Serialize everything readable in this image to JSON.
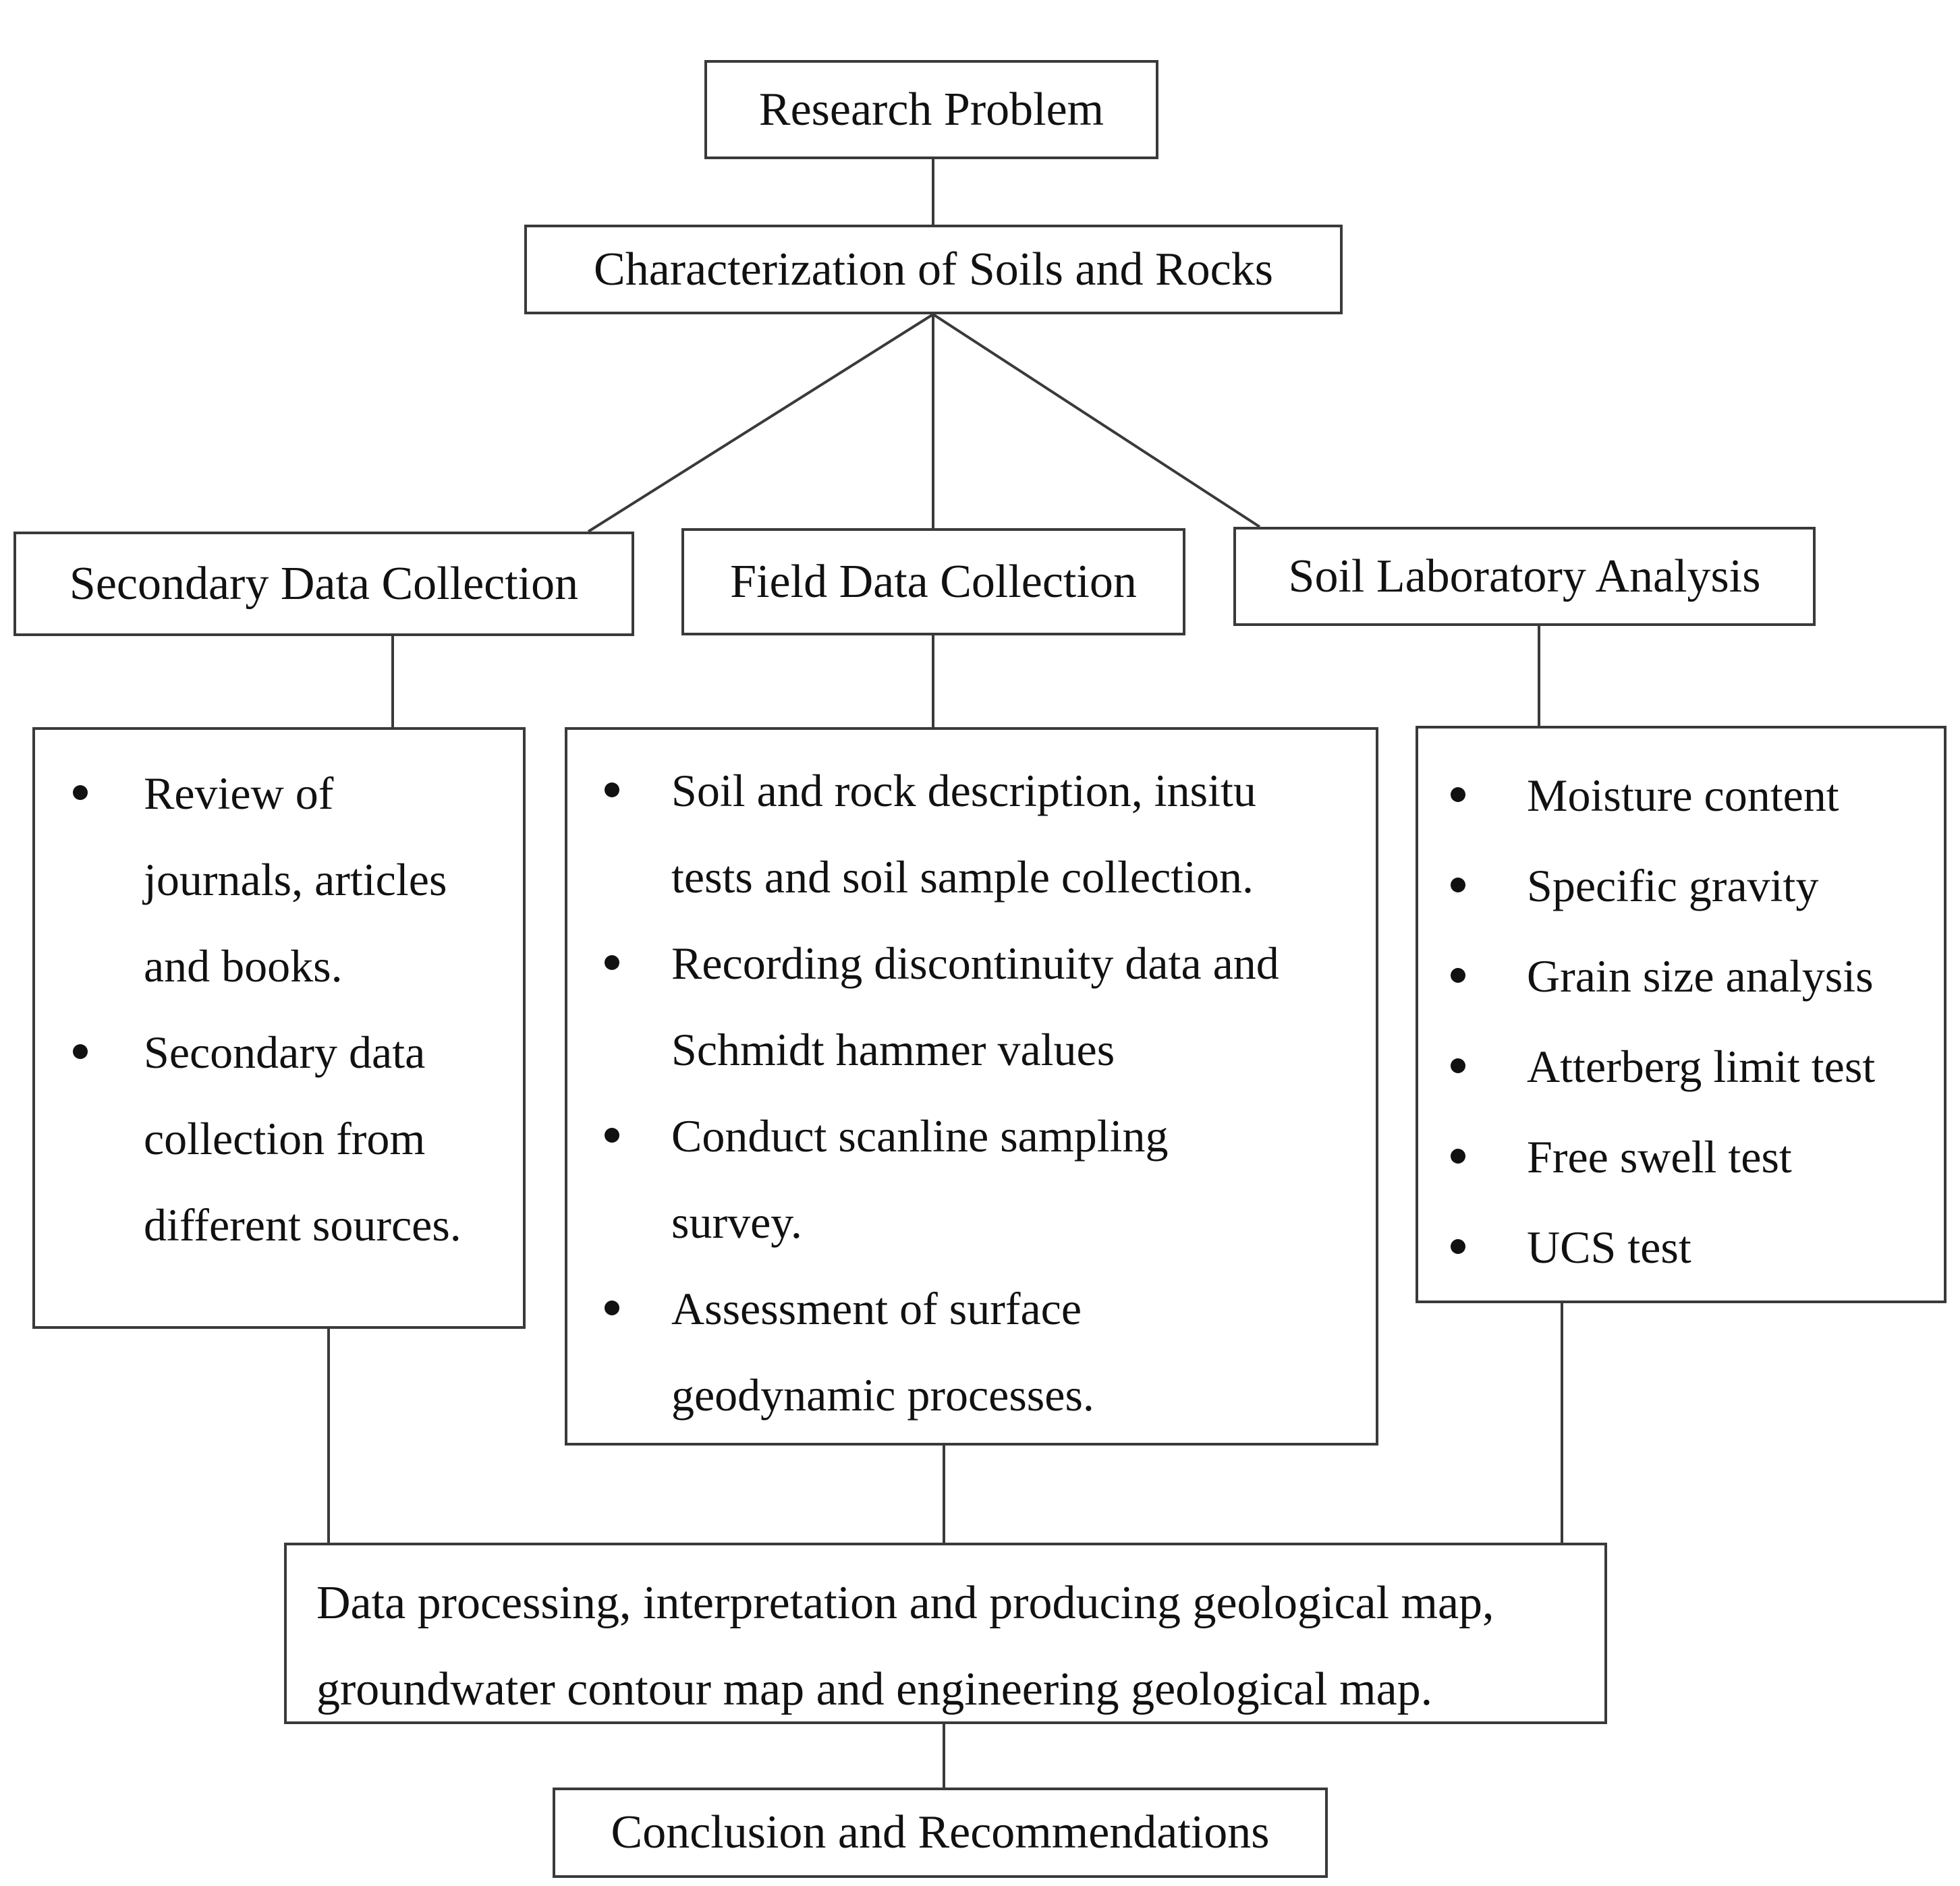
{
  "nodes": {
    "research_problem": "Research Problem",
    "characterization": "Characterization of Soils and Rocks",
    "secondary": "Secondary Data Collection",
    "field": "Field Data Collection",
    "laboratory": "Soil Laboratory Analysis",
    "processing": {
      "line1": "Data processing, interpretation and producing geological map,",
      "line2": "groundwater contour map and engineering geological map."
    },
    "conclusion": "Conclusion and Recommendations"
  },
  "lists": {
    "secondary": [
      {
        "lines": [
          "Review of",
          "journals, articles",
          "and books."
        ]
      },
      {
        "lines": [
          "Secondary data",
          "collection from",
          "different sources."
        ]
      }
    ],
    "field": [
      {
        "lines": [
          "Soil and rock description, insitu",
          "tests and soil sample collection."
        ]
      },
      {
        "lines": [
          "Recording discontinuity data and",
          "Schmidt hammer values"
        ]
      },
      {
        "lines": [
          "Conduct scanline sampling",
          "survey."
        ]
      },
      {
        "lines": [
          "Assessment of surface",
          "geodynamic processes."
        ]
      }
    ],
    "laboratory": [
      {
        "lines": [
          "Moisture content"
        ]
      },
      {
        "lines": [
          "Specific gravity"
        ]
      },
      {
        "lines": [
          "Grain size analysis"
        ]
      },
      {
        "lines": [
          "Atterberg limit test"
        ]
      },
      {
        "lines": [
          "Free swell test"
        ]
      },
      {
        "lines": [
          "UCS test"
        ]
      }
    ]
  }
}
